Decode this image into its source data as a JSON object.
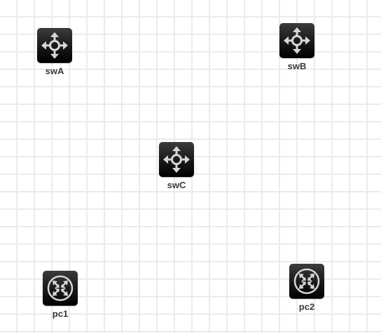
{
  "canvas": {
    "background": "#ffffff",
    "grid_color": "#ebebeb",
    "grid": true
  },
  "nodes": [
    {
      "id": "swA",
      "label": "swA",
      "icon": "switch-icon"
    },
    {
      "id": "swB",
      "label": "swB",
      "icon": "switch-icon"
    },
    {
      "id": "swC",
      "label": "swC",
      "icon": "switch-icon"
    },
    {
      "id": "pc1",
      "label": "pc1",
      "icon": "router-icon"
    },
    {
      "id": "pc2",
      "label": "pc2",
      "icon": "router-icon"
    }
  ],
  "colors": {
    "node_fill_top": "#3c3c3c",
    "node_fill_bottom": "#000000",
    "glyph": "#d6d6d6",
    "label": "#3a3a3a"
  }
}
